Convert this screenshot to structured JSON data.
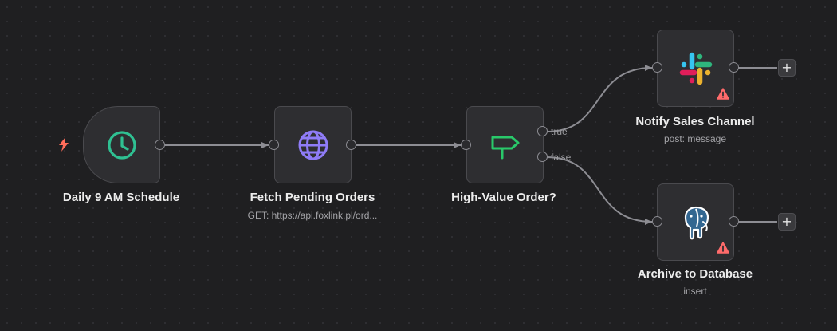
{
  "nodes": {
    "trigger": {
      "title": "Daily 9 AM Schedule",
      "subtitle": ""
    },
    "http": {
      "title": "Fetch Pending Orders",
      "subtitle": "GET: https://api.foxlink.pl/ord..."
    },
    "if": {
      "title": "High-Value Order?",
      "subtitle": "",
      "true_label": "true",
      "false_label": "false"
    },
    "slack": {
      "title": "Notify Sales Channel",
      "subtitle": "post: message"
    },
    "postgres": {
      "title": "Archive to Database",
      "subtitle": "insert"
    }
  },
  "add_button_label": "+",
  "colors": {
    "background": "#1f1f21",
    "node_fill": "#2e2e31",
    "trigger_bolt": "#ff6d5a",
    "schedule_icon": "#2fc092",
    "http_icon": "#8f7cf7",
    "if_icon": "#29c96a",
    "warning": "#ff6b6b"
  },
  "icons": {
    "trigger": "lightning-bolt-icon",
    "schedule": "clock-icon",
    "http": "globe-icon",
    "if": "signpost-icon",
    "slack": "slack-logo-icon",
    "postgres": "postgres-elephant-icon",
    "warning": "warning-triangle-icon"
  }
}
